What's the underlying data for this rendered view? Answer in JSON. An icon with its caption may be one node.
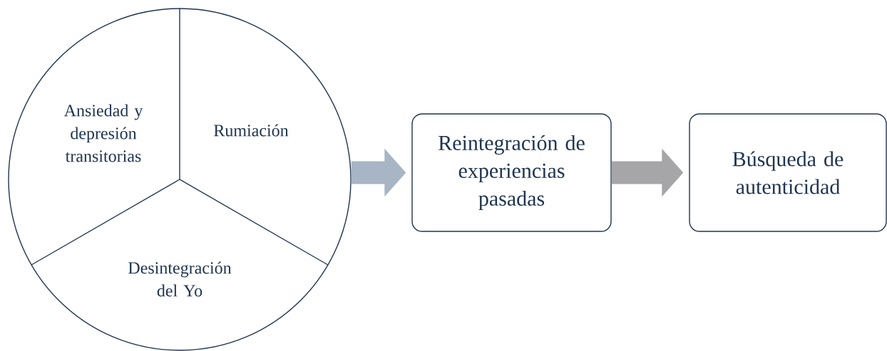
{
  "diagram": {
    "nodes": [
      {
        "text": [],
        "shape": "circle"
      },
      {
        "text": [
          "Ansiedad y depresión transitorias"
        ],
        "in": 0
      },
      {
        "text": [
          "Rumiación"
        ],
        "in": 0
      },
      {
        "text": [
          "Desintegración del Yo"
        ],
        "in": 0
      },
      {
        "text": [
          "Reintegración de experiencias pasadas"
        ]
      },
      {
        "text": [
          "Búsqueda de autenticidad"
        ]
      }
    ],
    "edges": [
      {
        "from": 0,
        "to": 4,
        "arrow": "to",
        "color": "#a7b5c4"
      },
      {
        "from": 4,
        "to": 5,
        "arrow": "to",
        "color": "#a6a6a8"
      }
    ]
  }
}
